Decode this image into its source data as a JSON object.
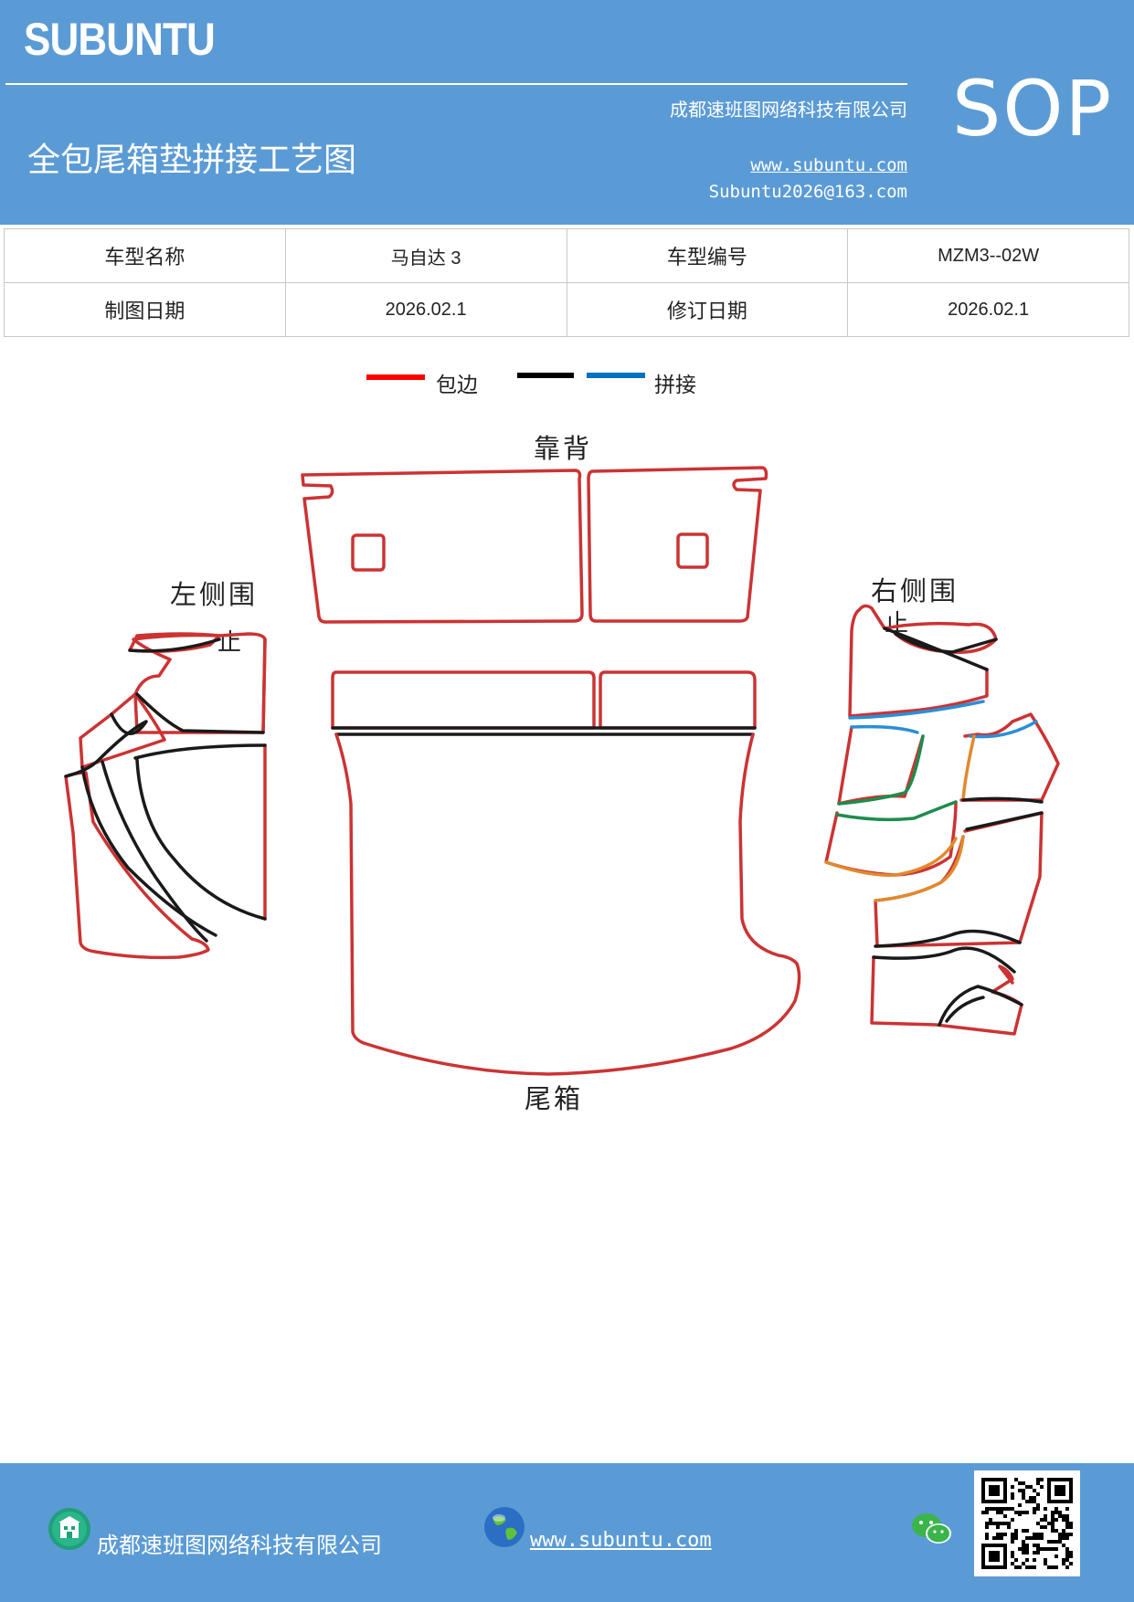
{
  "header": {
    "brand": "SUBUNTU",
    "company": "成都速班图网络科技有限公司",
    "title": "全包尾箱垫拼接工艺图",
    "website": "www.subuntu.com",
    "email": "Subuntu2026@163.com",
    "sop": "SOP"
  },
  "info_table": {
    "rows": [
      {
        "label1": "车型名称",
        "value1": "马自达 3",
        "label2": "车型编号",
        "value2": "MZM3--02W"
      },
      {
        "label1": "制图日期",
        "value1": "2026.02.1",
        "label2": "修订日期",
        "value2": "2026.02.1"
      }
    ]
  },
  "legend": {
    "items": [
      {
        "label": "包边",
        "color": "#ff0000"
      },
      {
        "label": "",
        "color": "#000000"
      },
      {
        "label": "拼接",
        "color": "#0070c0"
      }
    ]
  },
  "parts": {
    "backrest": "靠背",
    "left_side": "左侧围",
    "left_side_2": "止",
    "right_side": "右侧围",
    "right_side_2": "止",
    "trunk": "尾箱"
  },
  "colors": {
    "edge": "#cc3333",
    "seam": "#1a1a1a",
    "blue": "#2b8fd6",
    "green": "#1e8c4e",
    "orange": "#e08a2c",
    "band": "#5b9bd5"
  },
  "footer": {
    "company": "成都速班图网络科技有限公司",
    "website": "www.subuntu.com ",
    "icons": [
      "building-icon",
      "globe-icon",
      "wechat-icon",
      "qr-code"
    ]
  }
}
